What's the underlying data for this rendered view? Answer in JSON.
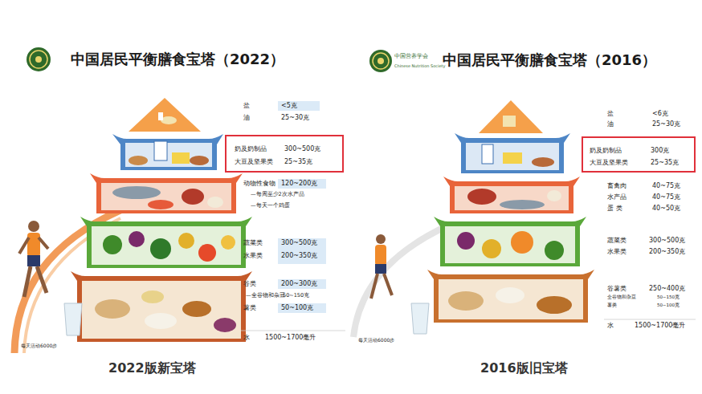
{
  "diagram": {
    "nodes": [
      {
        "text": [
          "奶及奶制品",
          "300~500克",
          "大豆及坚果类",
          "25~35克"
        ]
      },
      {
        "text": [
          "奶及奶制品",
          "300克",
          "大豆及坚果类",
          "25~35克"
        ]
      }
    ],
    "labels": [
      "中国居民平衡膳食宝塔（2022）",
      "盐",
      "<5克",
      "油",
      "25~30克",
      "动物性食物",
      "120~200克",
      "—每周至少2次水产品",
      "—每天一个鸡蛋",
      "蔬菜类",
      "300~500克",
      "水果类",
      "200~350克",
      "谷类",
      "200~300克",
      "—全谷物和杂豆",
      "50~150克",
      "薯类",
      "50~100克",
      "水",
      "1500~1700毫升",
      "每天活动6000步",
      "2022版新宝塔",
      "中国营养学会",
      "Chinese Nutrition Society",
      "中国居民平衡膳食宝塔（2016）",
      "盐",
      "<6克",
      "油",
      "25~30克",
      "畜禽肉",
      "40~75克",
      "水产品",
      "40~75克",
      "蛋 类",
      "40~50克",
      "蔬菜类",
      "300~500克",
      "水果类",
      "200~350克",
      "谷薯类",
      "250~400克",
      "全谷物和杂豆",
      "50~150克",
      "薯类",
      "50~100克",
      "水",
      "1500~1700毫升",
      "每天活动6000步",
      "2016版旧宝塔"
    ]
  }
}
